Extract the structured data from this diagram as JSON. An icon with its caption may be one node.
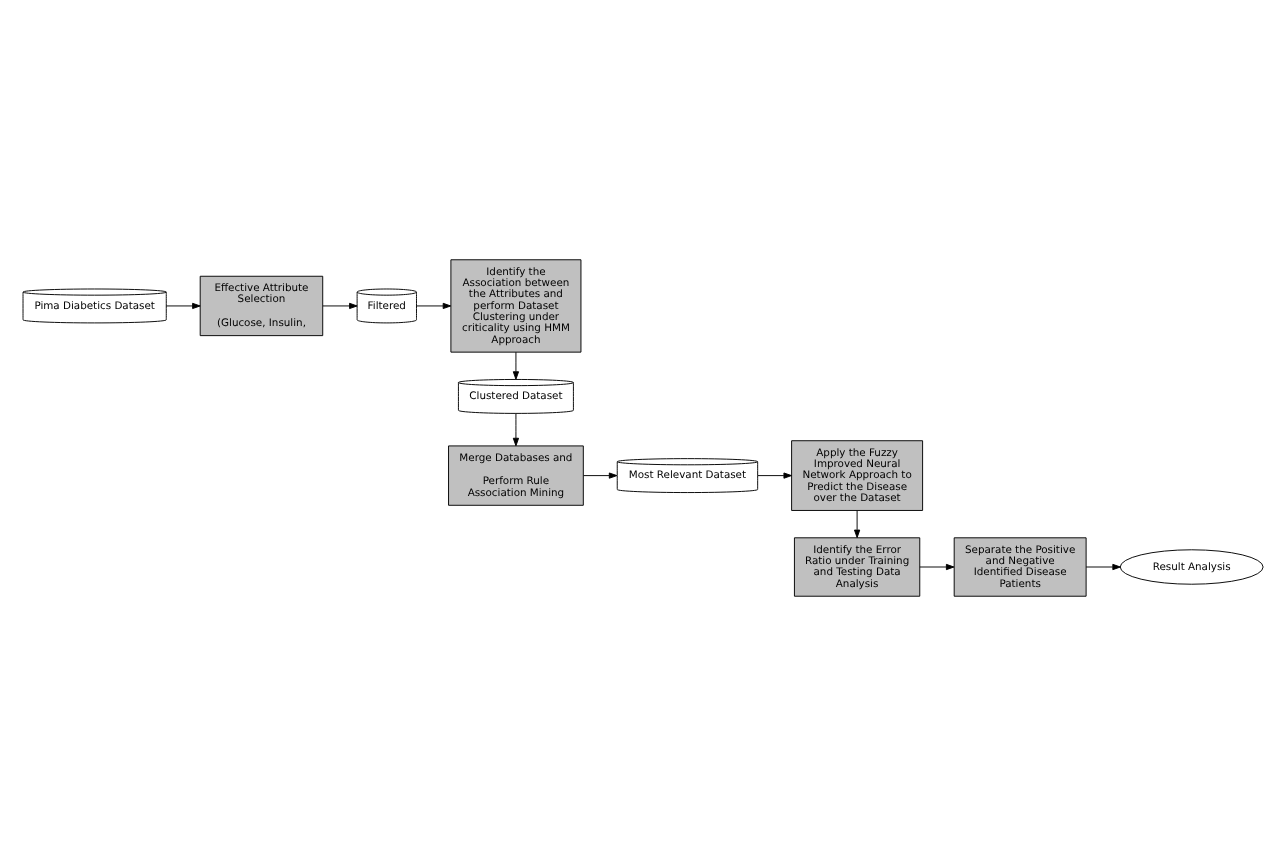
{
  "diagram": {
    "nodes": [
      {
        "text": [
          "Pima Diabetics Dataset"
        ]
      },
      {
        "text": [
          "Effective Attribute Selection",
          "(Glucose, Insulin,"
        ]
      },
      {
        "text": [
          "Filtered"
        ]
      },
      {
        "text": [
          "Identify the Association between the Attributes and perform Dataset Clustering under criticality using HMM Approach"
        ]
      },
      {
        "text": [
          "Clustered Dataset"
        ]
      },
      {
        "text": [
          "Merge Databases and",
          "Perform Rule Association Mining"
        ]
      },
      {
        "text": [
          "Most Relevant Dataset"
        ]
      },
      {
        "text": [
          "Apply the Fuzzy Improved Neural Network Approach to Predict the Disease over the Dataset"
        ]
      },
      {
        "text": [
          "Identify the Error Ratio under Training and Testing Data Analysis"
        ]
      },
      {
        "text": [
          "Separate the Positive and Negative Identified Disease Patients"
        ]
      },
      {
        "text": [
          "Result Analysis"
        ]
      }
    ],
    "edges": [
      {
        "from": 0,
        "to": 1,
        "arrow": "to"
      },
      {
        "from": 1,
        "to": 2,
        "arrow": "to"
      },
      {
        "from": 2,
        "to": 3,
        "arrow": "to"
      },
      {
        "from": 3,
        "to": 4,
        "arrow": "to"
      },
      {
        "from": 4,
        "to": 5,
        "arrow": "to"
      },
      {
        "from": 5,
        "to": 6,
        "arrow": "to"
      },
      {
        "from": 6,
        "to": 7,
        "arrow": "to"
      },
      {
        "from": 7,
        "to": 8,
        "arrow": "to"
      },
      {
        "from": 8,
        "to": 9,
        "arrow": "to"
      },
      {
        "from": 9,
        "to": 10,
        "arrow": "to"
      }
    ]
  }
}
